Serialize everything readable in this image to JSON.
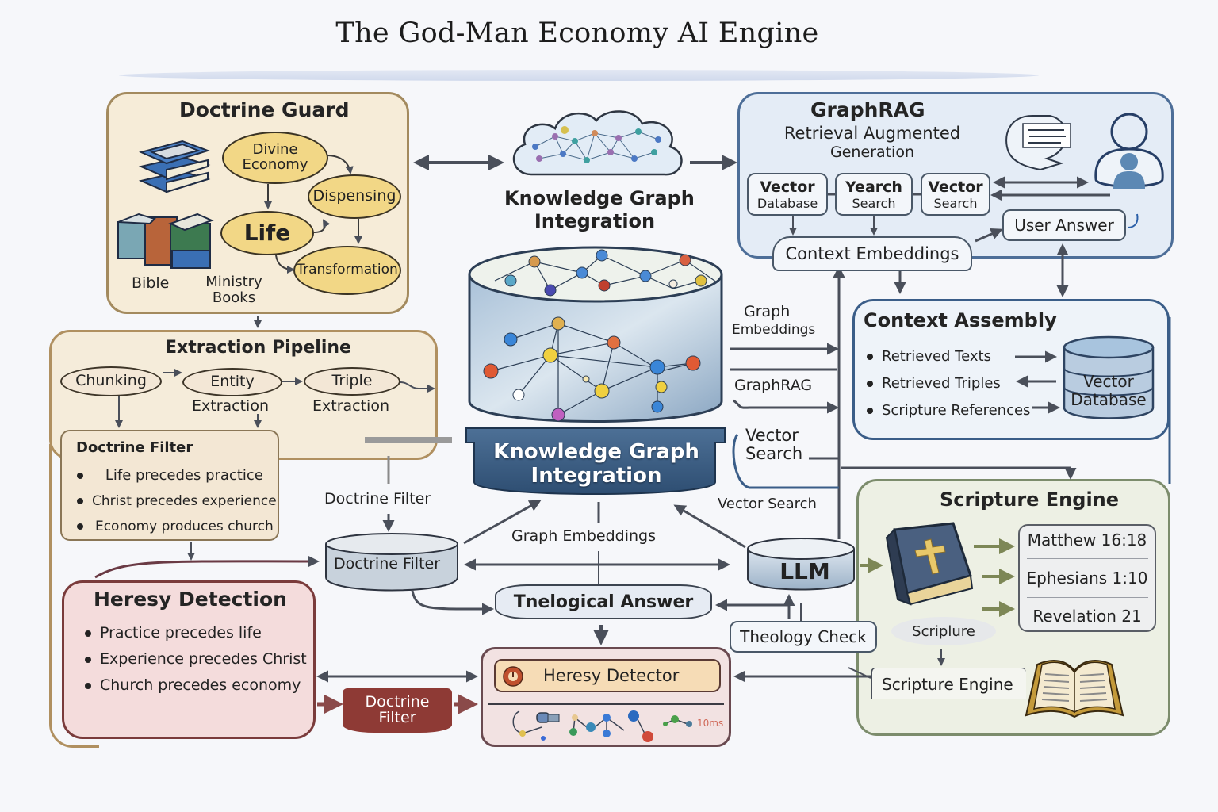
{
  "title": "The God-Man Economy AI Engine",
  "doctrine_guard": {
    "title": "Doctrine Guard",
    "nodes": [
      "Divine Economy",
      "Dispensing",
      "Life",
      "Transformation"
    ],
    "sources": [
      "Bible",
      "Ministry Books"
    ]
  },
  "kg_cloud": {
    "label_line1": "Knowledge Graph",
    "label_line2": "Integration"
  },
  "graphrag": {
    "title": "GraphRAG",
    "subtitle_line1": "Retrieval Augmented",
    "subtitle_line2": "Generation",
    "boxes": [
      {
        "bold": "Vector",
        "sub": "Database"
      },
      {
        "bold": "Yearch",
        "sub": "Search"
      },
      {
        "bold": "Vector",
        "sub": "Search"
      }
    ],
    "context_embeddings": "Context Embeddings",
    "user_answer": "User Answer"
  },
  "extraction": {
    "title": "Extraction Pipeline",
    "steps": [
      {
        "top": "Chunking",
        "bottom": ""
      },
      {
        "top": "Entity",
        "bottom": "Extraction"
      },
      {
        "top": "Triple",
        "bottom": "Extraction"
      }
    ]
  },
  "doctrine_filter_box": {
    "title": "Doctrine Filter",
    "items": [
      "Life precedes practice",
      "Christ precedes experience",
      "Economy produces church"
    ]
  },
  "kg_db": {
    "label_line1": "Knowledge Graph",
    "label_line2": "Integration"
  },
  "connector_labels": {
    "graph_embeddings_top": "Graph",
    "graph_embeddings_bottom": "Embeddings",
    "graphrag": "GraphRAG",
    "vector_search_bold_1": "Vector",
    "vector_search_bold_2": "Search",
    "vector_search": "Vector Search",
    "doctrine_filter": "Doctrine Filter",
    "graph_embeddings": "Graph Embeddings"
  },
  "context_assembly": {
    "title": "Context Assembly",
    "items": [
      "Retrieved Texts",
      "Retrieved Triples",
      "Scripture References"
    ],
    "db_line1": "Vector",
    "db_line2": "Database"
  },
  "middle": {
    "doctrine_filter_cylinder": "Doctrine Filter",
    "llm": "LLM",
    "theological_answer": "Tnelogical Answer",
    "theology_check": "Theology Check"
  },
  "scripture_engine": {
    "title": "Scripture Engine",
    "references": [
      "Matthew 16:18",
      "Ephesians 1:10",
      "Revelation 21"
    ],
    "scripture_label": "Scriplure",
    "engine_label": "Scripture Engine"
  },
  "heresy": {
    "title": "Heresy Detection",
    "items": [
      "Practice precedes life",
      "Experience precedes Christ",
      "Church precedes economy"
    ],
    "filter_line1": "Doctrine",
    "filter_line2": "Filter"
  },
  "heresy_detector": {
    "label": "Heresy Detector",
    "badge": "10ms"
  },
  "colors": {
    "gold_node": "#f2d786",
    "guard_bg": "#f6ecd8",
    "graphrag_border": "#4d6e98",
    "heresy_border": "#7a3b3b",
    "filter_red": "#8e3a35",
    "kg_banner": "#3c5f84",
    "scripture_arrow": "#7d8756"
  }
}
